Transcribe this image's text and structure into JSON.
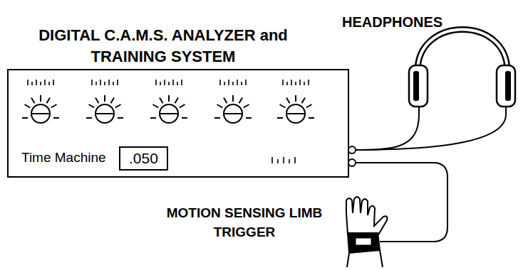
{
  "diagram": {
    "nodes": [
      {
        "text": [
          "DIGITAL C.A.M.S. ANALYZER and TRAINING SYSTEM"
        ]
      },
      {
        "text": [
          ".050"
        ],
        "in": 0
      },
      {
        "text": [
          "HEADPHONES"
        ]
      },
      {
        "text": [
          "MOTION SENSING LIMB TRIGGER"
        ]
      }
    ],
    "edges": [
      {
        "from": 0,
        "to": 2,
        "arrow": "none"
      },
      {
        "from": 0,
        "to": 2,
        "arrow": "none"
      },
      {
        "from": 0,
        "to": 3,
        "arrow": "none"
      }
    ],
    "labels": [
      "Time Machine"
    ]
  }
}
